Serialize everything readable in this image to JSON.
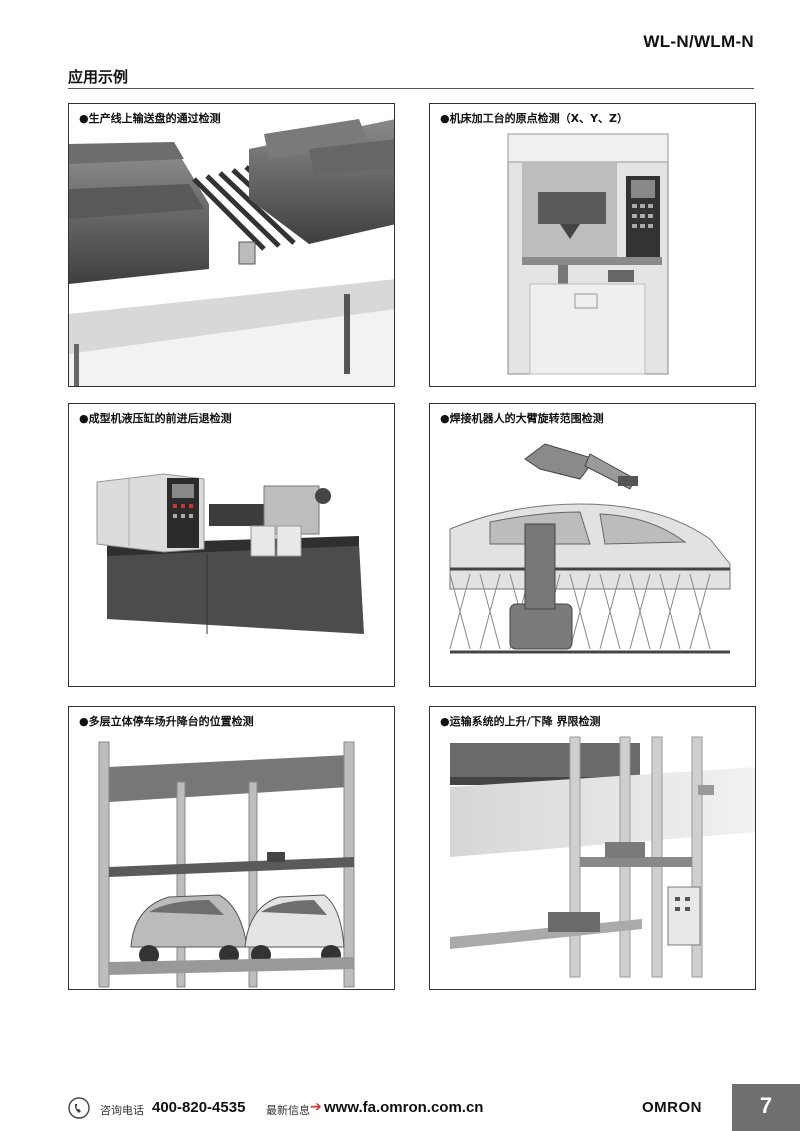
{
  "header": {
    "product_code": "WL-N/WLM-N",
    "section_title": "应用示例"
  },
  "panels": [
    {
      "caption": "●生产线上输送盘的通过检测",
      "illustration": "conveyor-rollers-trays"
    },
    {
      "caption": "●机床加工台的原点检测（X、Y、Z）",
      "illustration": "machine-tool"
    },
    {
      "caption": "●成型机液压缸的前进后退检测",
      "illustration": "molding-machine"
    },
    {
      "caption": "●焊接机器人的大臂旋转范围检测",
      "illustration": "welding-robot-car"
    },
    {
      "caption": "●多层立体停车场升降台的位置检测",
      "illustration": "parking-lift-cars"
    },
    {
      "caption": "●运输系统的上升/下降 界限检测",
      "illustration": "lift-conveyor-frame"
    }
  ],
  "footer": {
    "phone_icon": "phone-icon",
    "consult_label": "咨询电话",
    "phone_number": "400-820-4535",
    "news_label": "最新信息",
    "arrow": "➔",
    "url": "www.fa.omron.com.cn",
    "brand": "OMRON",
    "page_number": "7"
  }
}
